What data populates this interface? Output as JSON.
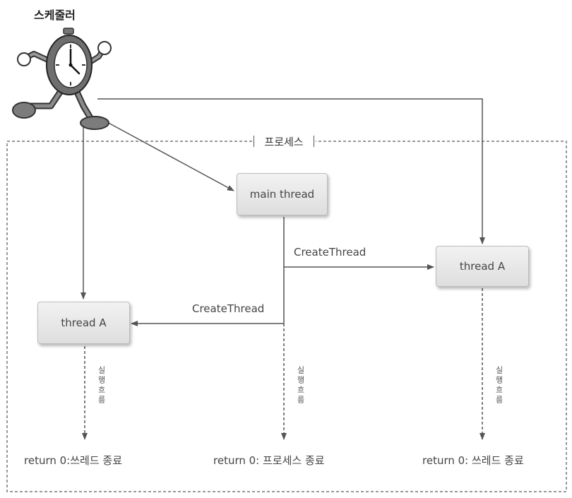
{
  "scheduler": {
    "label": "스케줄러",
    "icon": "running-clock-icon"
  },
  "process": {
    "label": "프로세스"
  },
  "nodes": {
    "main_thread": "main thread",
    "thread_left": "thread A",
    "thread_right": "thread A"
  },
  "edges": {
    "create_left": "CreateThread",
    "create_right": "CreateThread"
  },
  "flows": {
    "left": "실행흐름",
    "middle": "실행흐름",
    "right": "실행흐름"
  },
  "endings": {
    "left": "return 0:쓰레드 종료",
    "middle": "return 0: 프로세스 종료",
    "right": "return 0: 쓰레드 종료"
  },
  "colors": {
    "arrow": "#555555",
    "node_fill": "#e6e6e6",
    "dashed_border": "#777777"
  }
}
